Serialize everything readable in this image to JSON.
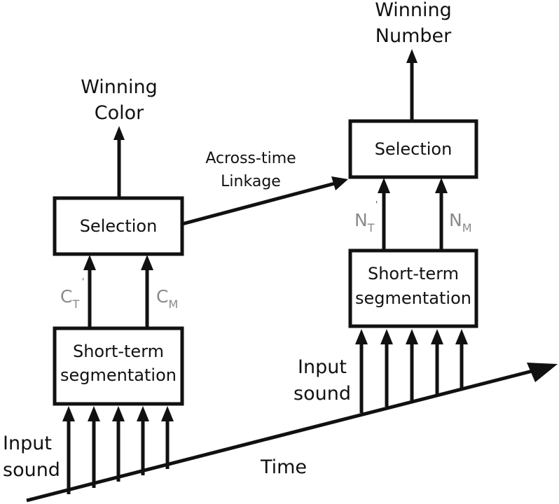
{
  "left": {
    "output": [
      "Winning",
      "Color"
    ],
    "selection_label": "Selection",
    "segmentation_label": [
      "Short-term",
      "segmentation"
    ],
    "signal_a": {
      "main": "C",
      "sub": "T",
      "mark": "'"
    },
    "signal_b": {
      "main": "C",
      "sub": "M"
    },
    "input_label": [
      "Input",
      "sound"
    ]
  },
  "link_label": [
    "Across-time",
    "Linkage"
  ],
  "right": {
    "output": [
      "Winning",
      "Number"
    ],
    "selection_label": "Selection",
    "segmentation_label": [
      "Short-term",
      "segmentation"
    ],
    "signal_a": {
      "main": "N",
      "sub": "T",
      "mark": "'"
    },
    "signal_b": {
      "main": "N",
      "sub": "M"
    },
    "input_label": [
      "Input",
      "sound"
    ]
  },
  "time_label": "Time"
}
